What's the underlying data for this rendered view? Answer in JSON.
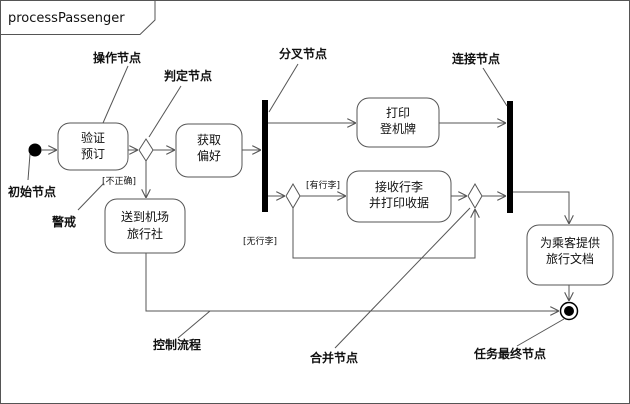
{
  "diagram": {
    "title": "processPassenger",
    "actions": {
      "verify": [
        "验证",
        "预订"
      ],
      "prefs": [
        "获取",
        "偏好"
      ],
      "agency": [
        "送到机场",
        "旅行社"
      ],
      "print_pass": [
        "打印",
        "登机牌"
      ],
      "luggage": [
        "接收行李",
        "并打印收据"
      ],
      "docs": [
        "为乘客提供",
        "旅行文档"
      ]
    },
    "guards": {
      "not_correct": "[不正确]",
      "has_luggage": "[有行李]",
      "no_luggage": "[无行李]"
    },
    "callouts": {
      "action_node": "操作节点",
      "decision_node": "判定节点",
      "fork_node": "分叉节点",
      "join_node": "连接节点",
      "initial_node": "初始节点",
      "guard": "警戒",
      "control_flow": "控制流程",
      "merge_node": "合并节点",
      "final_node": "任务最终节点"
    }
  }
}
